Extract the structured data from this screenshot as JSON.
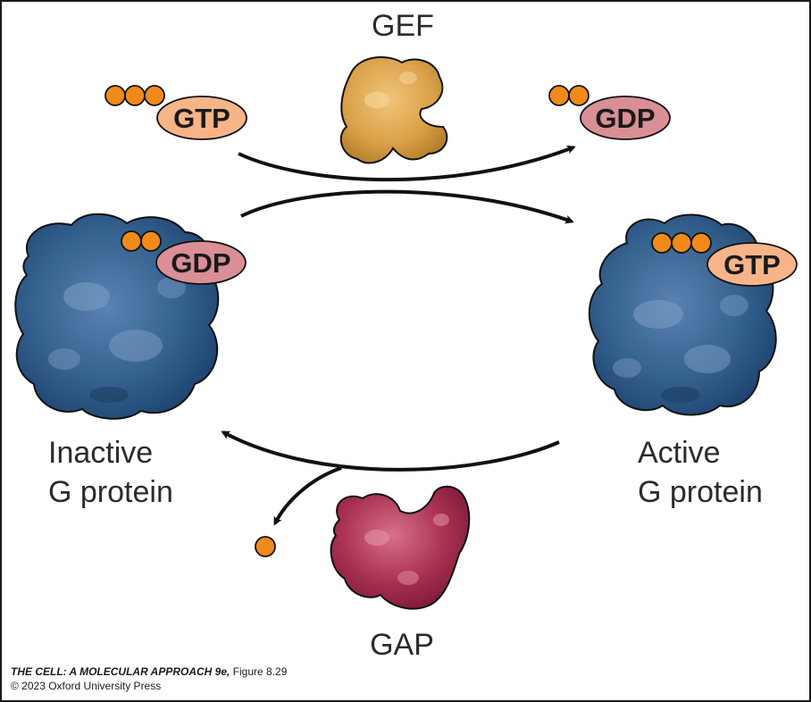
{
  "labels": {
    "gef": "GEF",
    "gap": "GAP",
    "inactive_line1": "Inactive",
    "inactive_line2": "G protein",
    "active_line1": "Active",
    "active_line2": "G protein"
  },
  "nucleotides": {
    "gtp": "GTP",
    "gdp": "GDP"
  },
  "credit": {
    "book_title": "THE CELL: A MOLECULAR APPROACH 9e,",
    "figure": "Figure 8.29",
    "copyright": "© 2023 Oxford University Press"
  },
  "colors": {
    "phosphate": "#f08a1a",
    "gtp_fill": "#f7b489",
    "gdp_fill": "#d98f95",
    "g_protein": "#2f5b8e",
    "gef": "#d9a047",
    "gap": "#a83050"
  }
}
